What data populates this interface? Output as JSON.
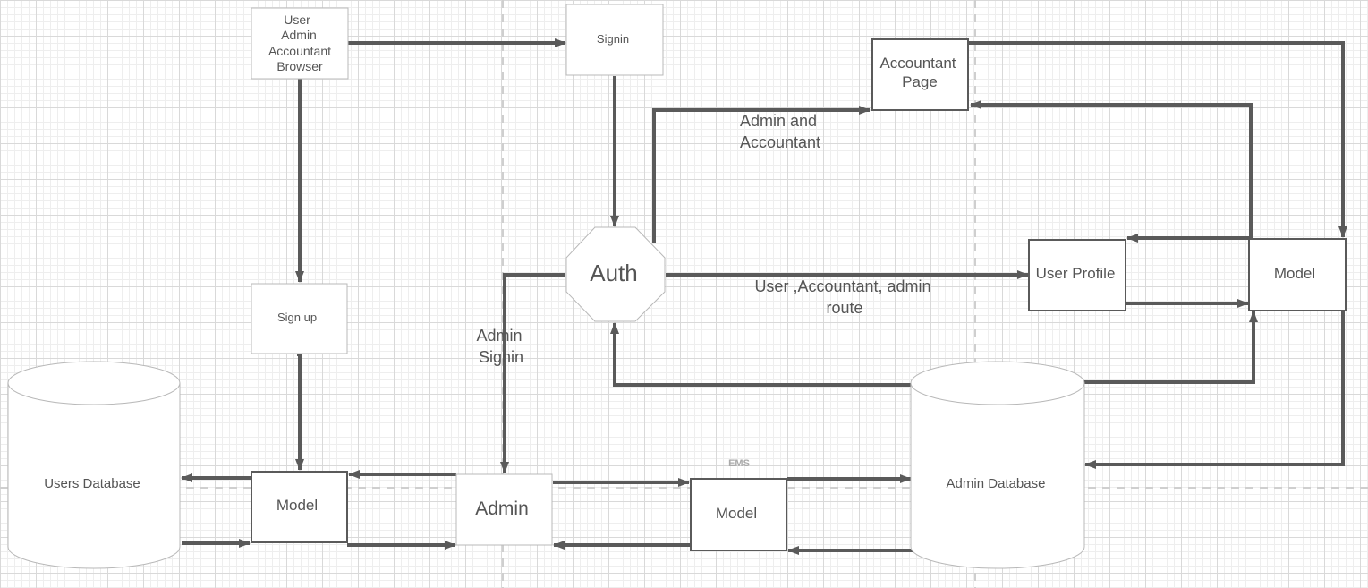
{
  "diagram": {
    "container_label": "EMS",
    "nodes": {
      "roles": [
        "User",
        "Admin",
        "Accountant",
        "Browser"
      ],
      "signin": "Signin",
      "signup": "Sign up",
      "auth": "Auth",
      "accountant_page": [
        "Accountant",
        "Page"
      ],
      "user_profile": "User Profile",
      "model_right": "Model",
      "users_db": "Users Database",
      "model_left": "Model",
      "admin": "Admin",
      "model_mid": "Model",
      "admin_db": "Admin Database"
    },
    "edge_labels": {
      "admin_and_accountant": [
        "Admin and",
        "Accountant"
      ],
      "route": [
        "User ,Accountant, admin",
        "route"
      ],
      "admin_signin": [
        "Admin",
        "Signin"
      ]
    }
  }
}
